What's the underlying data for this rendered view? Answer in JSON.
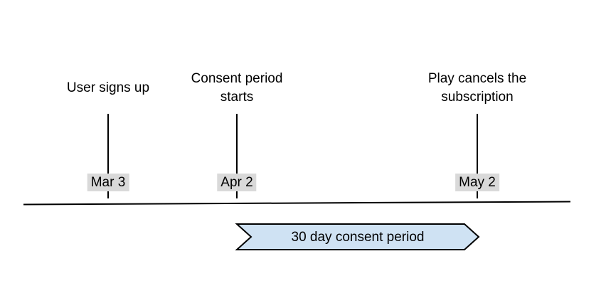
{
  "colors": {
    "background": "#ffffff",
    "line": "#000000",
    "text": "#000000",
    "date_badge_bg": "#d9d9d9",
    "ribbon_fill": "#cfe2f3",
    "ribbon_stroke": "#000000"
  },
  "events": [
    {
      "label": "User signs up",
      "date": "Mar 3"
    },
    {
      "label": "Consent period\nstarts",
      "date": "Apr 2"
    },
    {
      "label": "Play cancels the\nsubscription",
      "date": "May 2"
    }
  ],
  "ribbon": {
    "label": "30 day consent period"
  }
}
